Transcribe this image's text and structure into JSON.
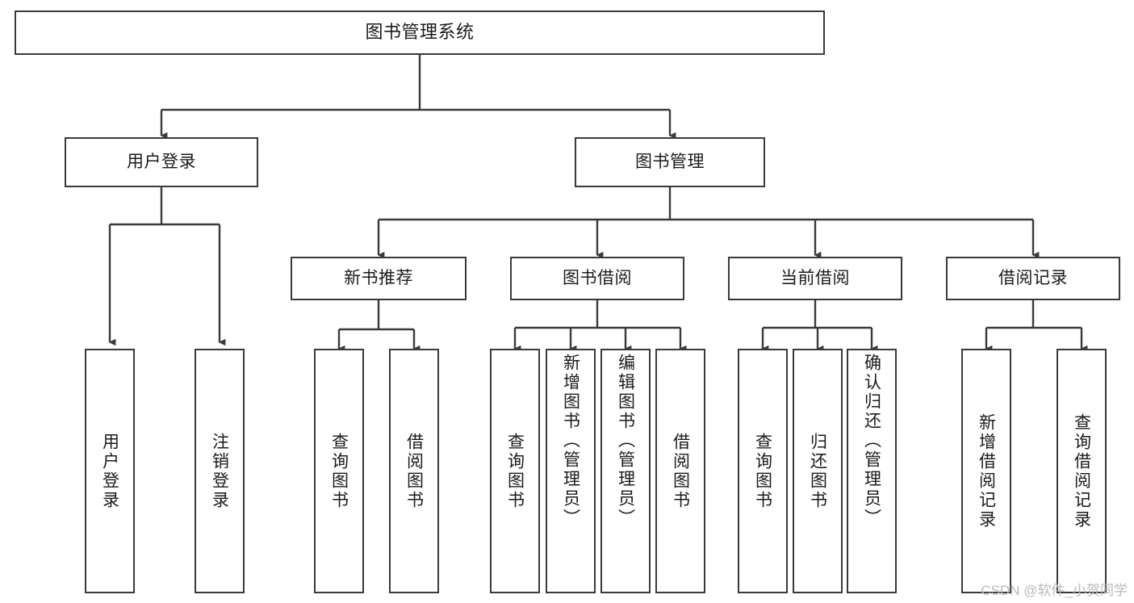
{
  "diagram": {
    "title": "图书管理系统",
    "type": "tree-hierarchy",
    "watermark": "CSDN @软件_小贺同学",
    "colors": {
      "stroke": "#3a3a3a",
      "fill": "#ffffff",
      "text": "#1b1b1b",
      "watermark": "#b9b9b9"
    },
    "levels": {
      "root": {
        "label": "图书管理系统"
      },
      "level2": [
        {
          "id": "user-login",
          "label": "用户登录"
        },
        {
          "id": "book-manage",
          "label": "图书管理"
        }
      ],
      "level3": [
        {
          "id": "new-book-rec",
          "label": "新书推荐",
          "parent": "book-manage"
        },
        {
          "id": "book-borrow",
          "label": "图书借阅",
          "parent": "book-manage"
        },
        {
          "id": "current-borrow",
          "label": "当前借阅",
          "parent": "book-manage"
        },
        {
          "id": "borrow-record",
          "label": "借阅记录",
          "parent": "book-manage"
        }
      ],
      "leaves": [
        {
          "id": "leaf-user-login",
          "label": "用户登录",
          "parent": "user-login"
        },
        {
          "id": "leaf-user-logout",
          "label": "注销登录",
          "parent": "user-login"
        },
        {
          "id": "leaf-query-book-1",
          "label": "查询图书",
          "parent": "new-book-rec"
        },
        {
          "id": "leaf-borrow-book-1",
          "label": "借阅图书",
          "parent": "new-book-rec"
        },
        {
          "id": "leaf-query-book-2",
          "label": "查询图书",
          "parent": "book-borrow"
        },
        {
          "id": "leaf-add-book",
          "label": "新增图书（管理员）",
          "parent": "book-borrow"
        },
        {
          "id": "leaf-edit-book",
          "label": "编辑图书（管理员）",
          "parent": "book-borrow"
        },
        {
          "id": "leaf-borrow-book-2",
          "label": "借阅图书",
          "parent": "book-borrow"
        },
        {
          "id": "leaf-query-book-3",
          "label": "查询图书",
          "parent": "current-borrow"
        },
        {
          "id": "leaf-return-book",
          "label": "归还图书",
          "parent": "current-borrow"
        },
        {
          "id": "leaf-confirm-return",
          "label": "确认归还（管理员）",
          "parent": "current-borrow"
        },
        {
          "id": "leaf-add-record",
          "label": "新增借阅记录",
          "parent": "borrow-record"
        },
        {
          "id": "leaf-query-record",
          "label": "查询借阅记录",
          "parent": "borrow-record"
        }
      ]
    }
  }
}
